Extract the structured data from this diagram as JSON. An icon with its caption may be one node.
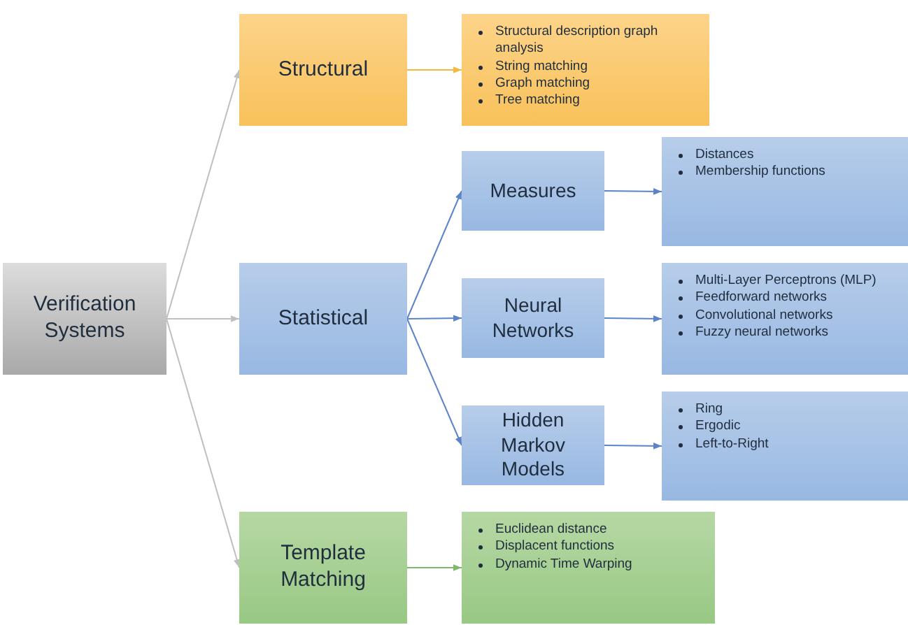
{
  "diagram": {
    "nodes": [
      {
        "text": [
          "Verification Systems"
        ]
      },
      {
        "text": [
          "Structural"
        ]
      },
      {
        "text": [
          "Structural description graph analysis",
          "String matching",
          "Graph matching",
          "Tree matching"
        ]
      },
      {
        "text": [
          "Statistical"
        ]
      },
      {
        "text": [
          "Measures"
        ]
      },
      {
        "text": [
          "Distances",
          "Membership functions"
        ]
      },
      {
        "text": [
          "Neural Networks"
        ]
      },
      {
        "text": [
          "Multi-Layer Perceptrons (MLP)",
          "Feedforward networks",
          "Convolutional networks",
          "Fuzzy  neural networks"
        ]
      },
      {
        "text": [
          "Hidden Markov Models"
        ]
      },
      {
        "text": [
          "Ring",
          "Ergodic",
          "Left-to-Right"
        ]
      },
      {
        "text": [
          "Template Matching"
        ]
      },
      {
        "text": [
          "Euclidean distance",
          "Displacent functions",
          "Dynamic Time Warping"
        ]
      }
    ],
    "edges": [
      {
        "from": 0,
        "to": 1,
        "arrow": "to",
        "color": "#bfbfbf"
      },
      {
        "from": 0,
        "to": 3,
        "arrow": "to",
        "color": "#bfbfbf"
      },
      {
        "from": 0,
        "to": 10,
        "arrow": "to",
        "color": "#bfbfbf"
      },
      {
        "from": 1,
        "to": 2,
        "arrow": "to",
        "color": "#f5b942"
      },
      {
        "from": 3,
        "to": 4,
        "arrow": "to"
      },
      {
        "from": 3,
        "to": 6,
        "arrow": "to"
      },
      {
        "from": 3,
        "to": 8,
        "arrow": "to"
      },
      {
        "from": 4,
        "to": 5,
        "arrow": "to"
      },
      {
        "from": 6,
        "to": 7,
        "arrow": "to"
      },
      {
        "from": 8,
        "to": 9,
        "arrow": "to"
      },
      {
        "from": 10,
        "to": 11,
        "arrow": "to",
        "color": "#7fba6a"
      }
    ]
  }
}
